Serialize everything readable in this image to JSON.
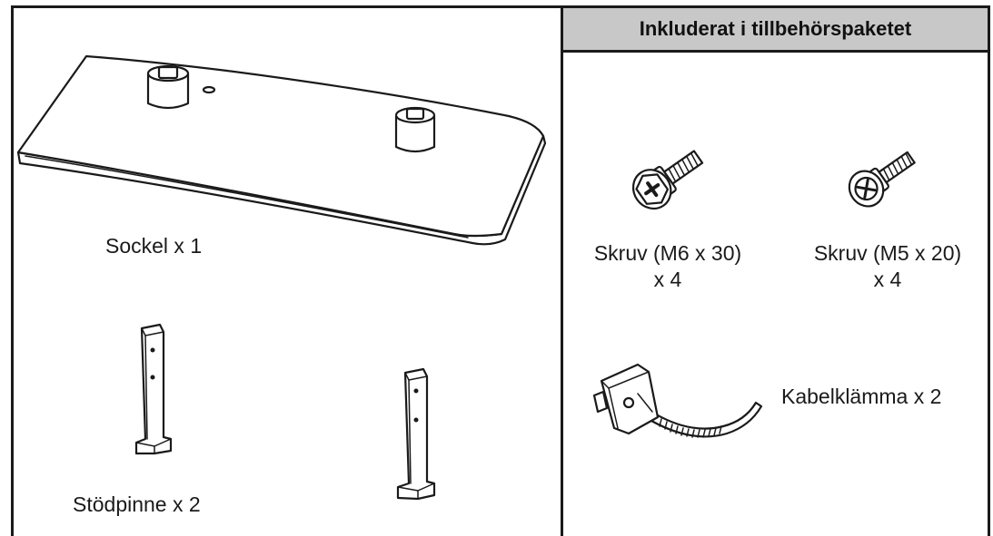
{
  "header": {
    "title": "Inkluderat i tillbehörspaketet"
  },
  "items": {
    "stand_base": {
      "label": "Sockel x 1",
      "icon": "stand-base-icon"
    },
    "support_pins": {
      "label": "Stödpinne x 2",
      "icon": "support-pin-icon"
    },
    "screw_m6": {
      "line1": "Skruv (M6 x 30)",
      "line2": "x 4",
      "icon": "screw-m6-icon"
    },
    "screw_m5": {
      "line1": "Skruv (M5 x 20)",
      "line2": "x 4",
      "icon": "screw-m5-icon"
    },
    "cable_clamp": {
      "label": "Kabelklämma x 2",
      "icon": "cable-clamp-icon"
    }
  }
}
